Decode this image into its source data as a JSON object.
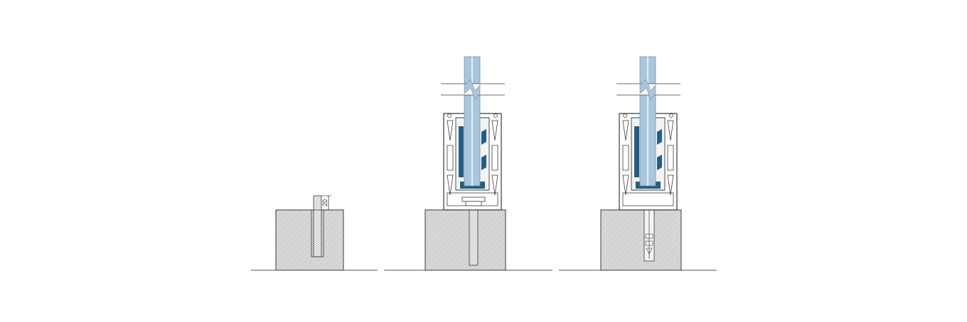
{
  "diagram": {
    "dimension_label": "20",
    "colors": {
      "background": "#ffffff",
      "concrete": "#d6d6d6",
      "concrete_hatch": "#b9b9b9",
      "outline": "#3a3a3a",
      "profile": "#ffffff",
      "glass": "#a9c6dc",
      "glass_edge": "#6f94b3",
      "gasket": "#1f5f86",
      "bolt": "#f0f0f0"
    },
    "panels": [
      {
        "id": "drilled-hole",
        "description_visible": false
      },
      {
        "id": "threaded-rod-mount",
        "description_visible": false
      },
      {
        "id": "anchor-bolt-mount",
        "description_visible": false
      }
    ]
  }
}
